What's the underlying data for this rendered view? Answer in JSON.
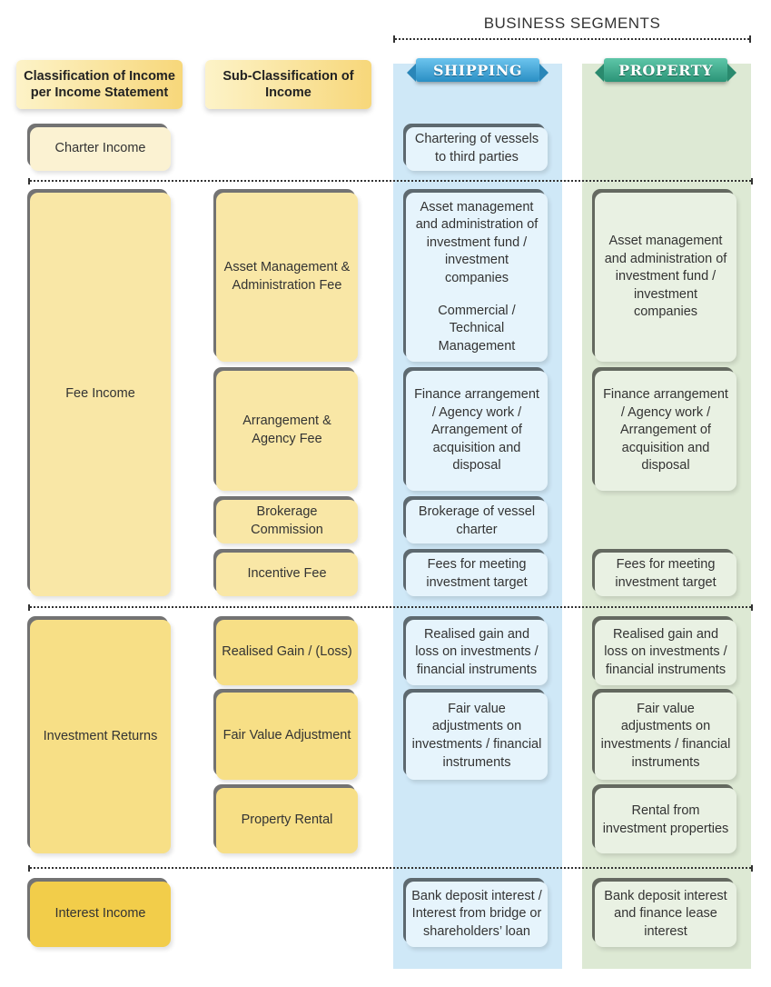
{
  "business_segments": {
    "title": "BUSINESS SEGMENTS",
    "shipping": "SHIPPING",
    "property": "PROPERTY"
  },
  "headers": {
    "classification": "Classification of Income per Income Statement",
    "sub_classification": "Sub-Classification of Income"
  },
  "charter": {
    "classification": "Charter Income",
    "shipping": "Chartering of vessels to third parties"
  },
  "fee": {
    "classification": "Fee Income",
    "asset_mgmt": {
      "sub": "Asset Management & Administration Fee",
      "shipping_a": "Asset management and administration of investment fund / investment companies",
      "shipping_b": "Commercial / Technical Management",
      "property": "Asset management and administration of investment fund / investment companies"
    },
    "arrangement": {
      "sub": "Arrangement & Agency Fee",
      "shipping": "Finance arrangement / Agency work / Arrangement of acquisition and disposal",
      "property": "Finance arrangement / Agency work / Arrangement of acquisition and disposal"
    },
    "brokerage": {
      "sub": "Brokerage Commission",
      "shipping": "Brokerage of vessel charter"
    },
    "incentive": {
      "sub": "Incentive Fee",
      "shipping": "Fees for meeting investment target",
      "property": "Fees for meeting investment target"
    }
  },
  "investment": {
    "classification": "Investment Returns",
    "realised": {
      "sub": "Realised Gain / (Loss)",
      "shipping": "Realised gain and loss on investments / financial instruments",
      "property": "Realised gain and loss on investments / financial instruments"
    },
    "fair_value": {
      "sub": "Fair Value Adjustment",
      "shipping": "Fair value adjustments on investments / financial instruments",
      "property": "Fair value adjustments on investments / financial instruments"
    },
    "rental": {
      "sub": "Property Rental",
      "property": "Rental from investment properties"
    }
  },
  "interest": {
    "classification": "Interest Income",
    "shipping": "Bank deposit interest / Interest from bridge or shareholders’ loan",
    "property": "Bank deposit interest and finance lease interest"
  }
}
